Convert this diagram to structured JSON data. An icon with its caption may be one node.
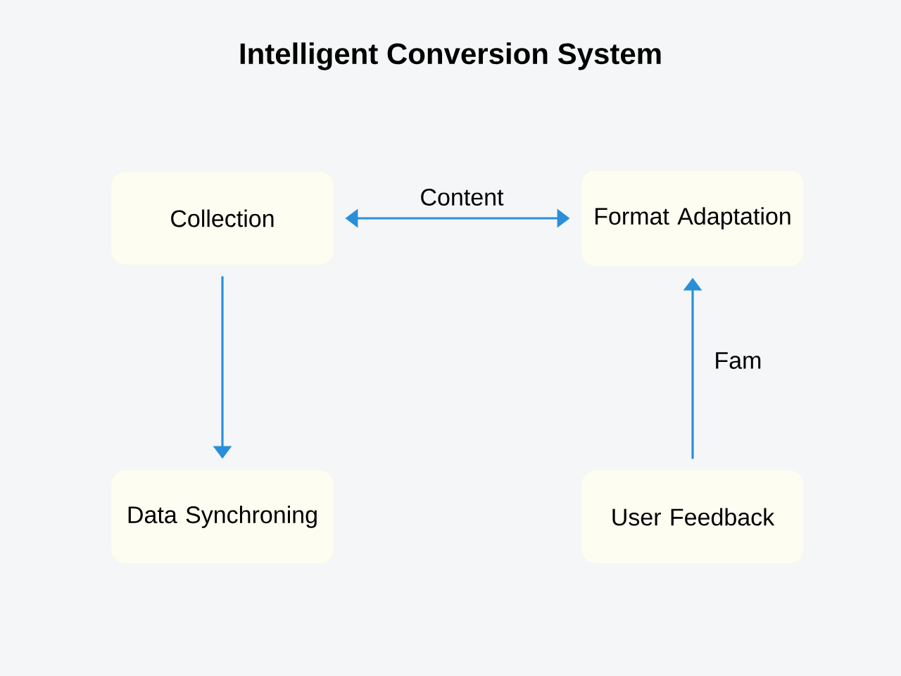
{
  "diagram": {
    "title": "Intelligent Conversion System",
    "nodes": [
      {
        "text": [
          "Collection"
        ]
      },
      {
        "text": [
          "Format Adaptation"
        ]
      },
      {
        "text": [
          "Data Synchroning"
        ]
      },
      {
        "text": [
          "User Feedback"
        ]
      }
    ],
    "edges": [
      {
        "from": 0,
        "to": 1,
        "arrow": "both",
        "label": "Content"
      },
      {
        "from": 0,
        "to": 2,
        "arrow": "to"
      },
      {
        "from": 3,
        "to": 1,
        "arrow": "to",
        "label": "Fam"
      }
    ]
  }
}
